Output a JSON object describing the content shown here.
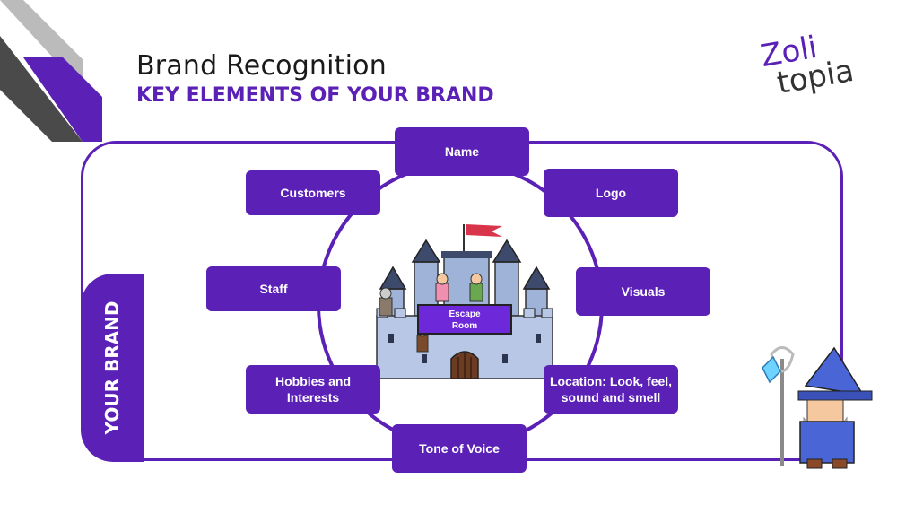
{
  "header": {
    "title": "Brand Recognition",
    "subtitle": "KEY ELEMENTS OF YOUR BRAND"
  },
  "logo": {
    "part1": "Zoli",
    "part2": "topia"
  },
  "side_label": "YOUR BRAND",
  "castle": {
    "sign_line1": "Escape",
    "sign_line2": "Room"
  },
  "elements": {
    "name": "Name",
    "customers": "Customers",
    "logo": "Logo",
    "staff": "Staff",
    "visuals": "Visuals",
    "hobbies": "Hobbies and Interests",
    "location": "Location: Look, feel, sound and smell",
    "tone": "Tone of Voice"
  },
  "colors": {
    "accent": "#5b21b6",
    "stripe_dark": "#4a4a4a"
  },
  "icons": {
    "castle": "castle-illustration",
    "wizard": "wizard-illustration"
  }
}
